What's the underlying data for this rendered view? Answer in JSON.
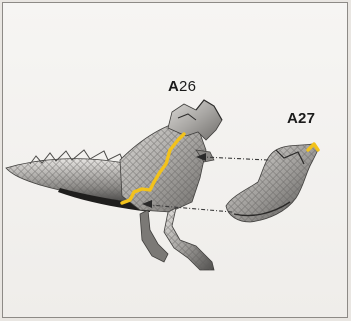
{
  "labels": {
    "left_part": {
      "prefix": "A",
      "number": "26"
    },
    "right_part": {
      "prefix": "A",
      "number": "27"
    }
  },
  "colors": {
    "highlight": "#f2c21b",
    "background": "#f3f1ee",
    "border": "#8d8a86",
    "part_gray": "#9a9895",
    "arrow": "#3a3a3a"
  },
  "icons": {
    "dinosaur_model": "dinosaur-body-icon",
    "tail_part": "tail-piece-icon",
    "arrow": "dashed-arrow-icon"
  }
}
